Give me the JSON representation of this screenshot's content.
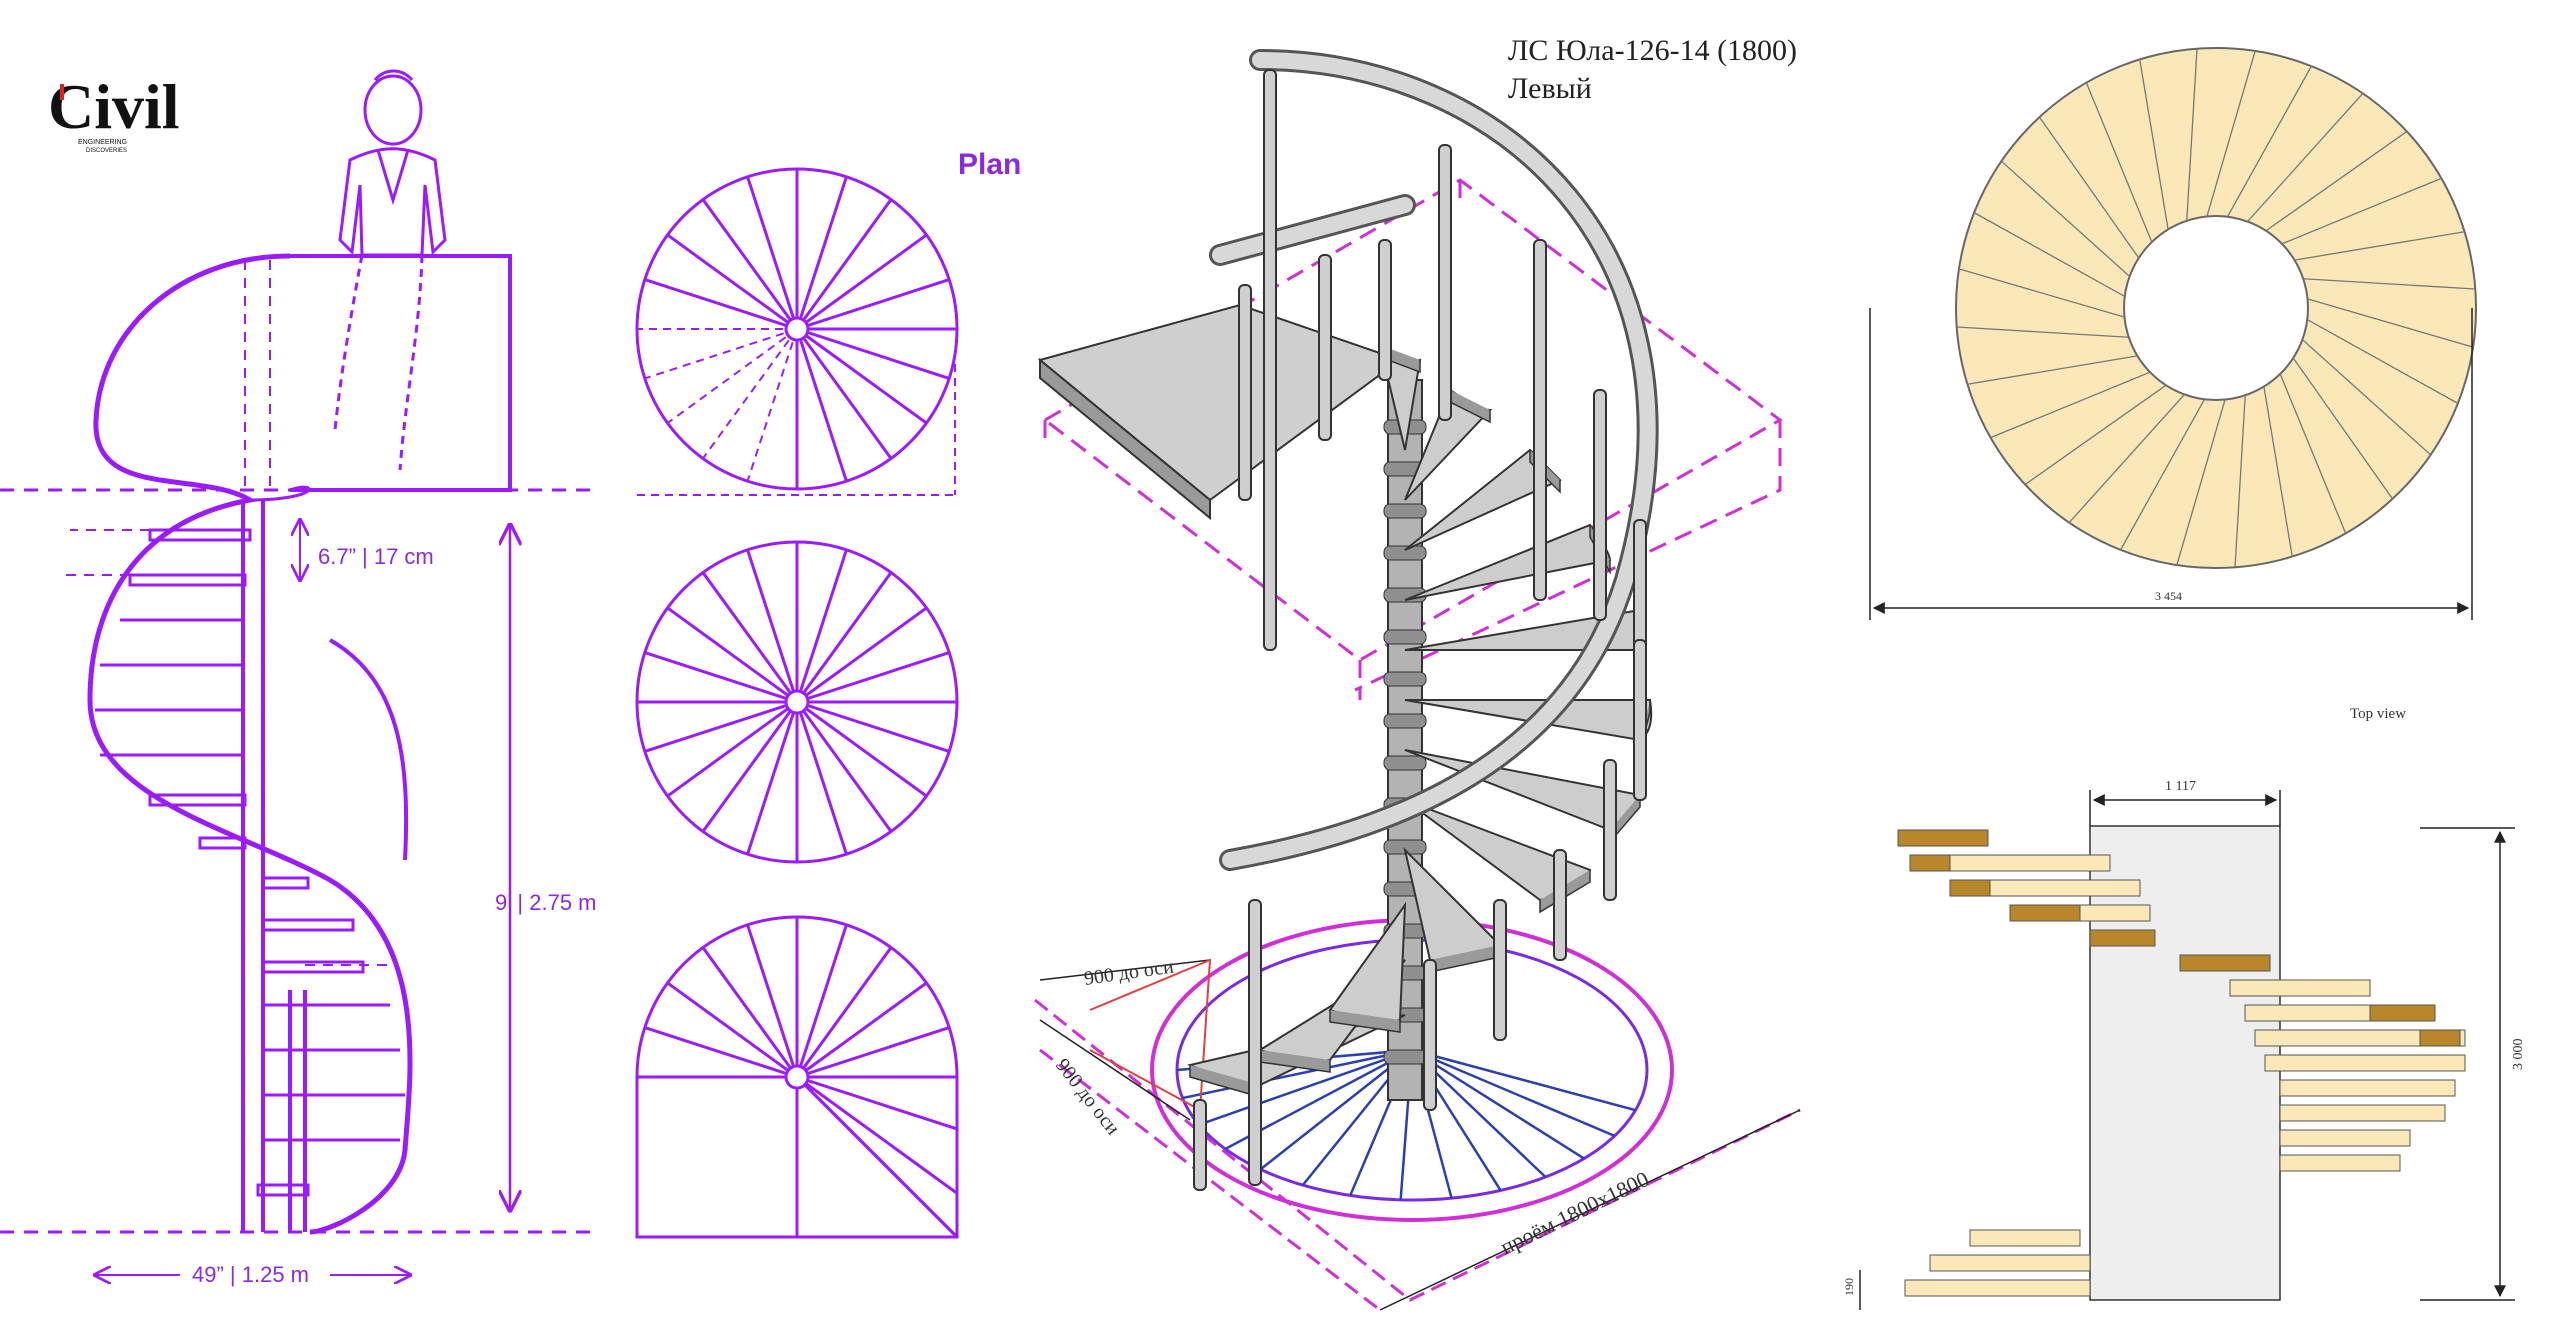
{
  "colors": {
    "accent_purple": "#9b1bff",
    "tread_yellow": "#fbe8b8",
    "tread_brown": "#b8862b",
    "steel_gray": "#bdbdbd",
    "dim_magenta": "#d02fd8",
    "wall_gray": "#eeeeee"
  },
  "logo": {
    "main": "Civil",
    "sub1": "ENGINEERING",
    "sub2": "DISCOVERIES"
  },
  "left_panel": {
    "plan_label": "Plan",
    "riser_dim": "6.7” | 17 cm",
    "height_dim": "9’ | 2.75 m",
    "width_dim": "49” | 1.25 m"
  },
  "middle_panel": {
    "title_line1": "ЛС Юла-126-14 (1800)",
    "title_line2": "Левый",
    "axis_dim_1": "900 до оси",
    "axis_dim_2": "900 до оси",
    "opening_dim": "проём 1800х1800"
  },
  "right_panel": {
    "diameter_dim": "3 454",
    "top_view_label": "Top view",
    "width_dim": "1 117",
    "height_dim": "3 000",
    "riser_dim": "190"
  }
}
